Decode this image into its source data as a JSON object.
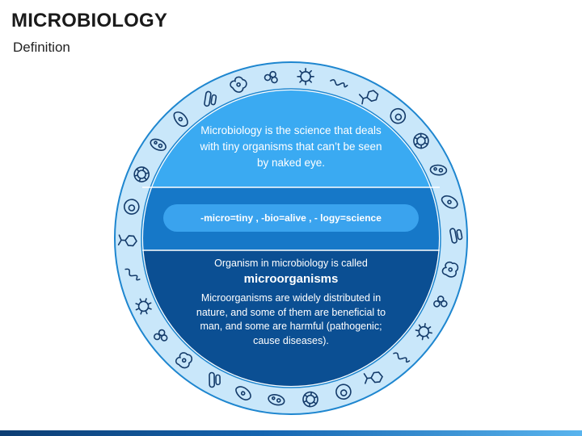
{
  "header": {
    "title": "MICROBIOLOGY",
    "subtitle": "Definition"
  },
  "circle": {
    "top_text": "Microbiology is the science that deals with tiny organisms that can’t be seen by naked eye.",
    "pill_text": "-micro=tiny , -bio=alive , - logy=science",
    "bottom_lead": "Organism in microbiology is called",
    "bottom_keyword": "microorganisms",
    "bottom_body": "Microorganisms are widely distributed in nature, and some of them are beneficial to man, and some are harmful (pathogenic; cause diseases)."
  },
  "colors": {
    "ring": "#c9e7fa",
    "ring_border": "#1e86cf",
    "top_band": "#3aaaf2",
    "middle_band": "#1678c8",
    "bottom_band": "#0b4f93",
    "pill": "#3aa3ee",
    "icon_stroke": "#143b6a"
  },
  "ring_icons": [
    "virus-icon",
    "spirillum-icon",
    "bacteriophage-icon",
    "cell-icon",
    "diatom-icon",
    "protozoa-icon",
    "paramecium-icon",
    "rod-bacteria-icon",
    "amoeba-icon",
    "coccus-icon"
  ]
}
